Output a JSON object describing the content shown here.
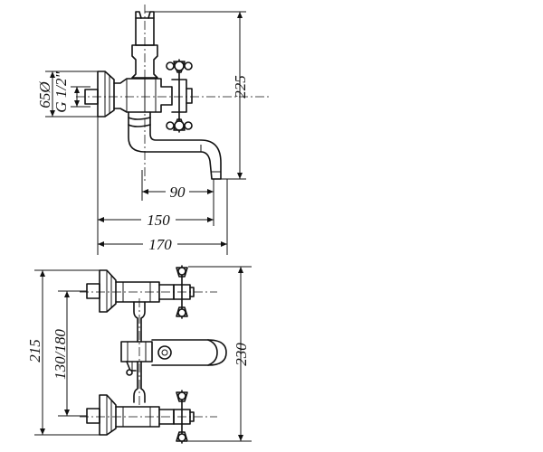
{
  "side_view": {
    "dims": {
      "diameter": "65Ø",
      "thread": "G 1/2\"",
      "height": "225",
      "reach_outlet": "90",
      "reach_spout": "150",
      "overall_depth": "170"
    }
  },
  "front_view": {
    "dims": {
      "overall_height": "215",
      "inlet_spacing": "130/180",
      "total_height": "230"
    }
  }
}
